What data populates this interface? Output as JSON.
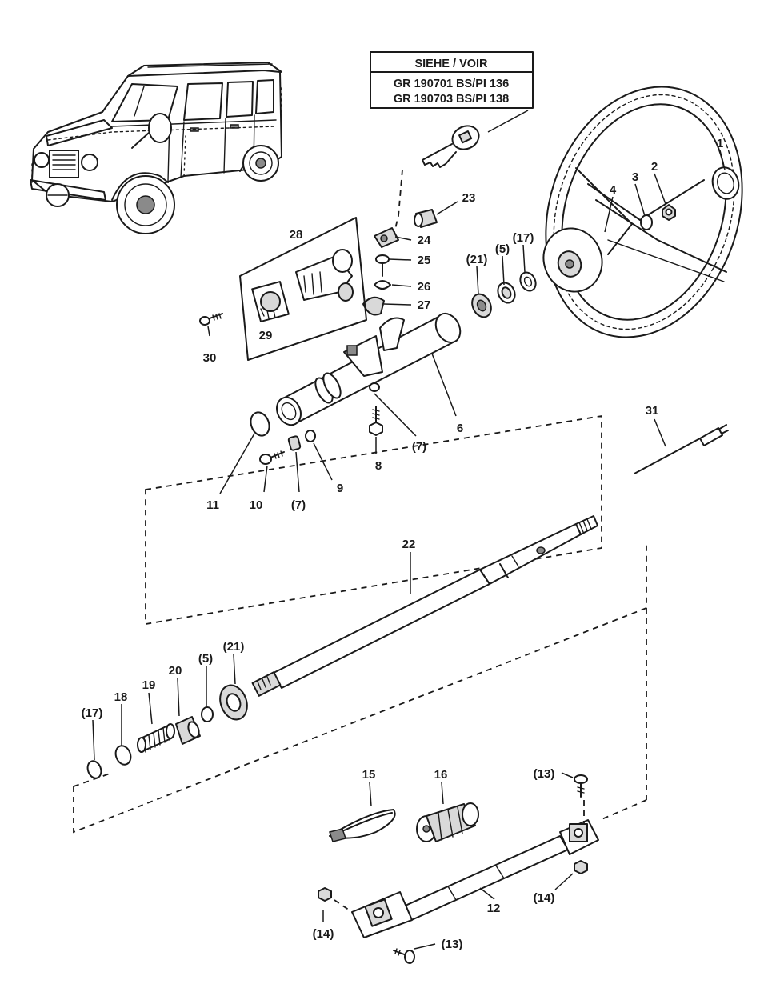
{
  "reference_box": {
    "header": "SIEHE / VOIR",
    "lines": [
      "GR 190701 BS/PI 136",
      "GR 190703 BS/PI 138"
    ]
  },
  "callouts": [
    {
      "id": "c1",
      "text": "1"
    },
    {
      "id": "c2",
      "text": "2"
    },
    {
      "id": "c3",
      "text": "3"
    },
    {
      "id": "c4",
      "text": "4"
    },
    {
      "id": "c5a",
      "text": "(5)"
    },
    {
      "id": "c17a",
      "text": "(17)"
    },
    {
      "id": "c21a",
      "text": "(21)"
    },
    {
      "id": "c23",
      "text": "23"
    },
    {
      "id": "c24",
      "text": "24"
    },
    {
      "id": "c25",
      "text": "25"
    },
    {
      "id": "c26",
      "text": "26"
    },
    {
      "id": "c27",
      "text": "27"
    },
    {
      "id": "c28",
      "text": "28"
    },
    {
      "id": "c29",
      "text": "29"
    },
    {
      "id": "c30",
      "text": "30"
    },
    {
      "id": "c6",
      "text": "6"
    },
    {
      "id": "c7a",
      "text": "(7)"
    },
    {
      "id": "c8",
      "text": "8"
    },
    {
      "id": "c9",
      "text": "9"
    },
    {
      "id": "c7b",
      "text": "(7)"
    },
    {
      "id": "c10",
      "text": "10"
    },
    {
      "id": "c11",
      "text": "11"
    },
    {
      "id": "c31",
      "text": "31"
    },
    {
      "id": "c22",
      "text": "22"
    },
    {
      "id": "c21b",
      "text": "(21)"
    },
    {
      "id": "c5b",
      "text": "(5)"
    },
    {
      "id": "c20",
      "text": "20"
    },
    {
      "id": "c19",
      "text": "19"
    },
    {
      "id": "c18",
      "text": "18"
    },
    {
      "id": "c17b",
      "text": "(17)"
    },
    {
      "id": "c15",
      "text": "15"
    },
    {
      "id": "c16",
      "text": "16"
    },
    {
      "id": "c13a",
      "text": "(13)"
    },
    {
      "id": "c14a",
      "text": "(14)"
    },
    {
      "id": "c12",
      "text": "12"
    },
    {
      "id": "c14b",
      "text": "(14)"
    },
    {
      "id": "c13b",
      "text": "(13)"
    }
  ]
}
